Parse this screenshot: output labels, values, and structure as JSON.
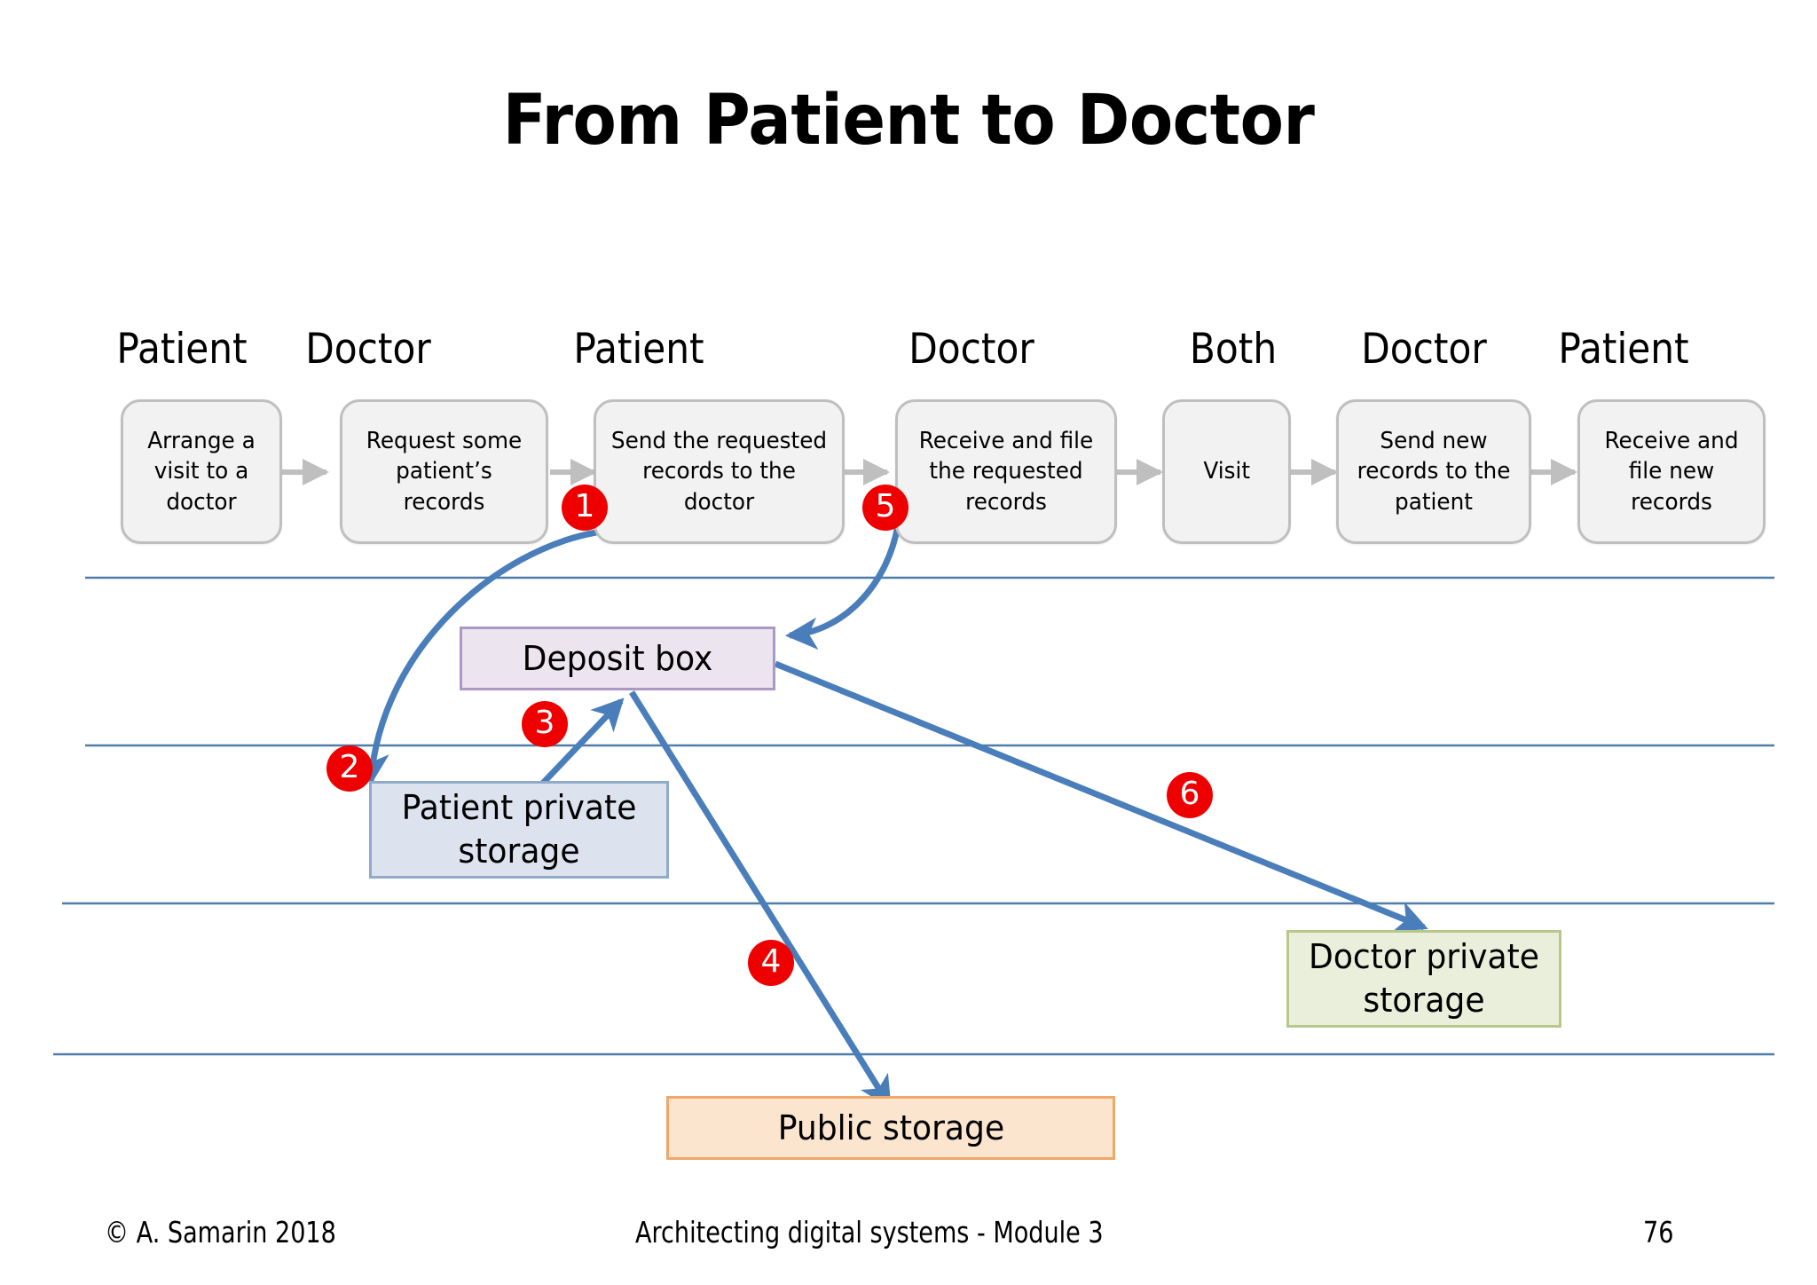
{
  "slide": {
    "title": "From Patient to Doctor",
    "accent_red": "#ee0000",
    "accent_blue": "#4a7ebb",
    "lane_line_color": "#4f7ca8"
  },
  "lanes": [
    {
      "role": "Patient"
    },
    {
      "role": "Doctor"
    },
    {
      "role": "Patient"
    },
    {
      "role": "Doctor"
    },
    {
      "role": "Both"
    },
    {
      "role": "Doctor"
    },
    {
      "role": "Patient"
    }
  ],
  "process_steps": [
    {
      "label": "Arrange a visit to a doctor"
    },
    {
      "label": "Request some patient’s records"
    },
    {
      "label": "Send the requested  records to the doctor"
    },
    {
      "label": "Receive and file the requested records"
    },
    {
      "label": "Visit"
    },
    {
      "label": "Send new records to the patient"
    },
    {
      "label": "Receive and file new records"
    }
  ],
  "storages": [
    {
      "name": "deposit-box",
      "label": "Deposit box",
      "fill": "#ece4ef",
      "border": "#ac98c4"
    },
    {
      "name": "patient-private-storage",
      "label": "Patient private storage",
      "fill": "#dce3ef",
      "border": "#8faaca"
    },
    {
      "name": "doctor-private-storage",
      "label": "Doctor private storage",
      "fill": "#eaefdb",
      "border": "#b8c88a"
    },
    {
      "name": "public-storage",
      "label": "Public storage",
      "fill": "#fbe5cf",
      "border": "#f0a868"
    }
  ],
  "flow_badges": [
    {
      "number": "1"
    },
    {
      "number": "2"
    },
    {
      "number": "3"
    },
    {
      "number": "4"
    },
    {
      "number": "5"
    },
    {
      "number": "6"
    }
  ],
  "footer": {
    "copyright": "© A. Samarin 2018",
    "course": "Architecting digital systems - Module 3",
    "page_number": "76"
  }
}
